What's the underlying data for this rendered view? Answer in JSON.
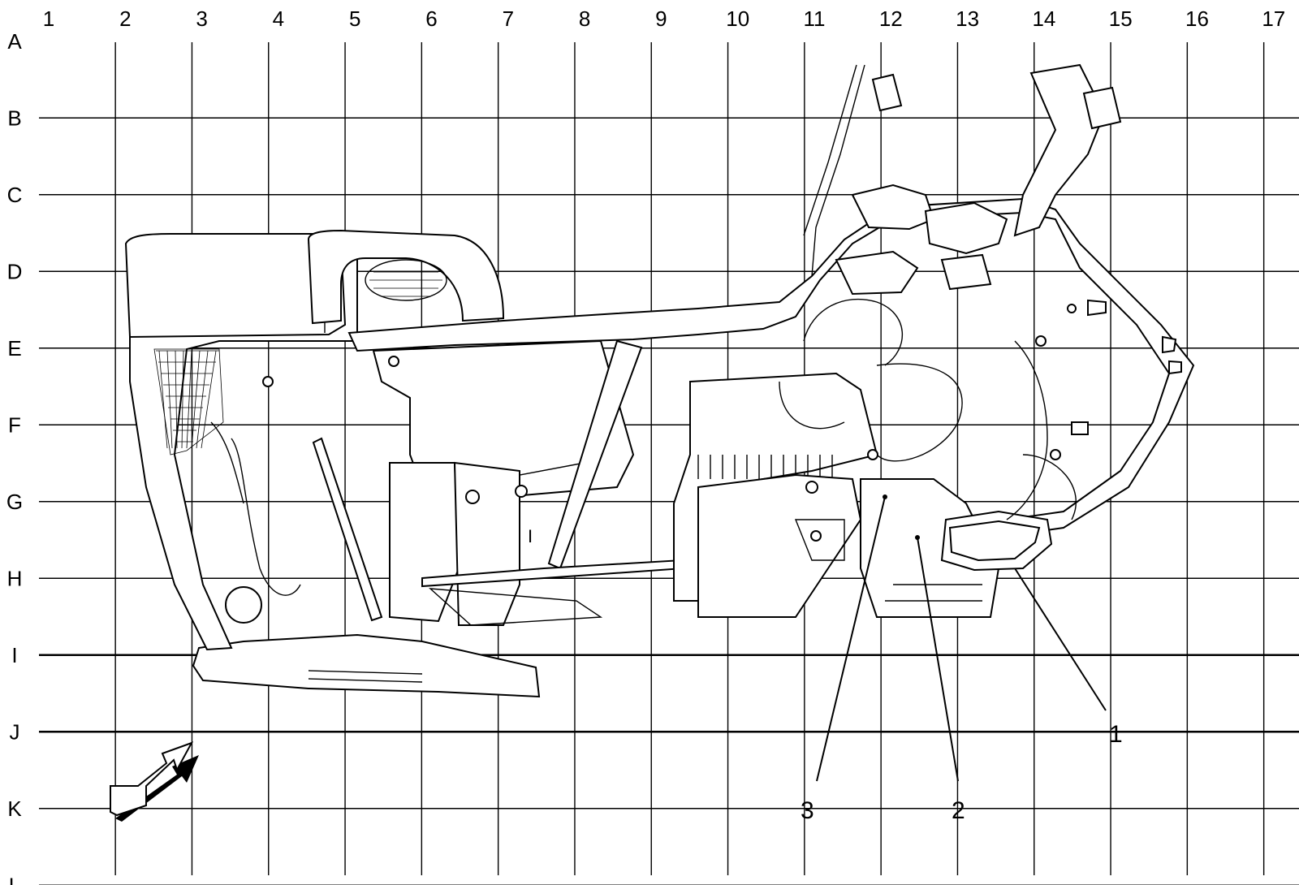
{
  "grid": {
    "columns": [
      "1",
      "2",
      "3",
      "4",
      "5",
      "6",
      "7",
      "8",
      "9",
      "10",
      "11",
      "12",
      "13",
      "14",
      "15",
      "16",
      "17"
    ],
    "rows": [
      "A",
      "B",
      "C",
      "D",
      "E",
      "F",
      "G",
      "H",
      "I",
      "J",
      "K",
      "L"
    ]
  },
  "callouts": [
    {
      "id": "1",
      "label": "1"
    },
    {
      "id": "2",
      "label": "2"
    },
    {
      "id": "3",
      "label": "3"
    }
  ],
  "orientation_arrow": {
    "icon": "view-direction-arrow-icon"
  },
  "part_mark": {
    "label": "I"
  }
}
